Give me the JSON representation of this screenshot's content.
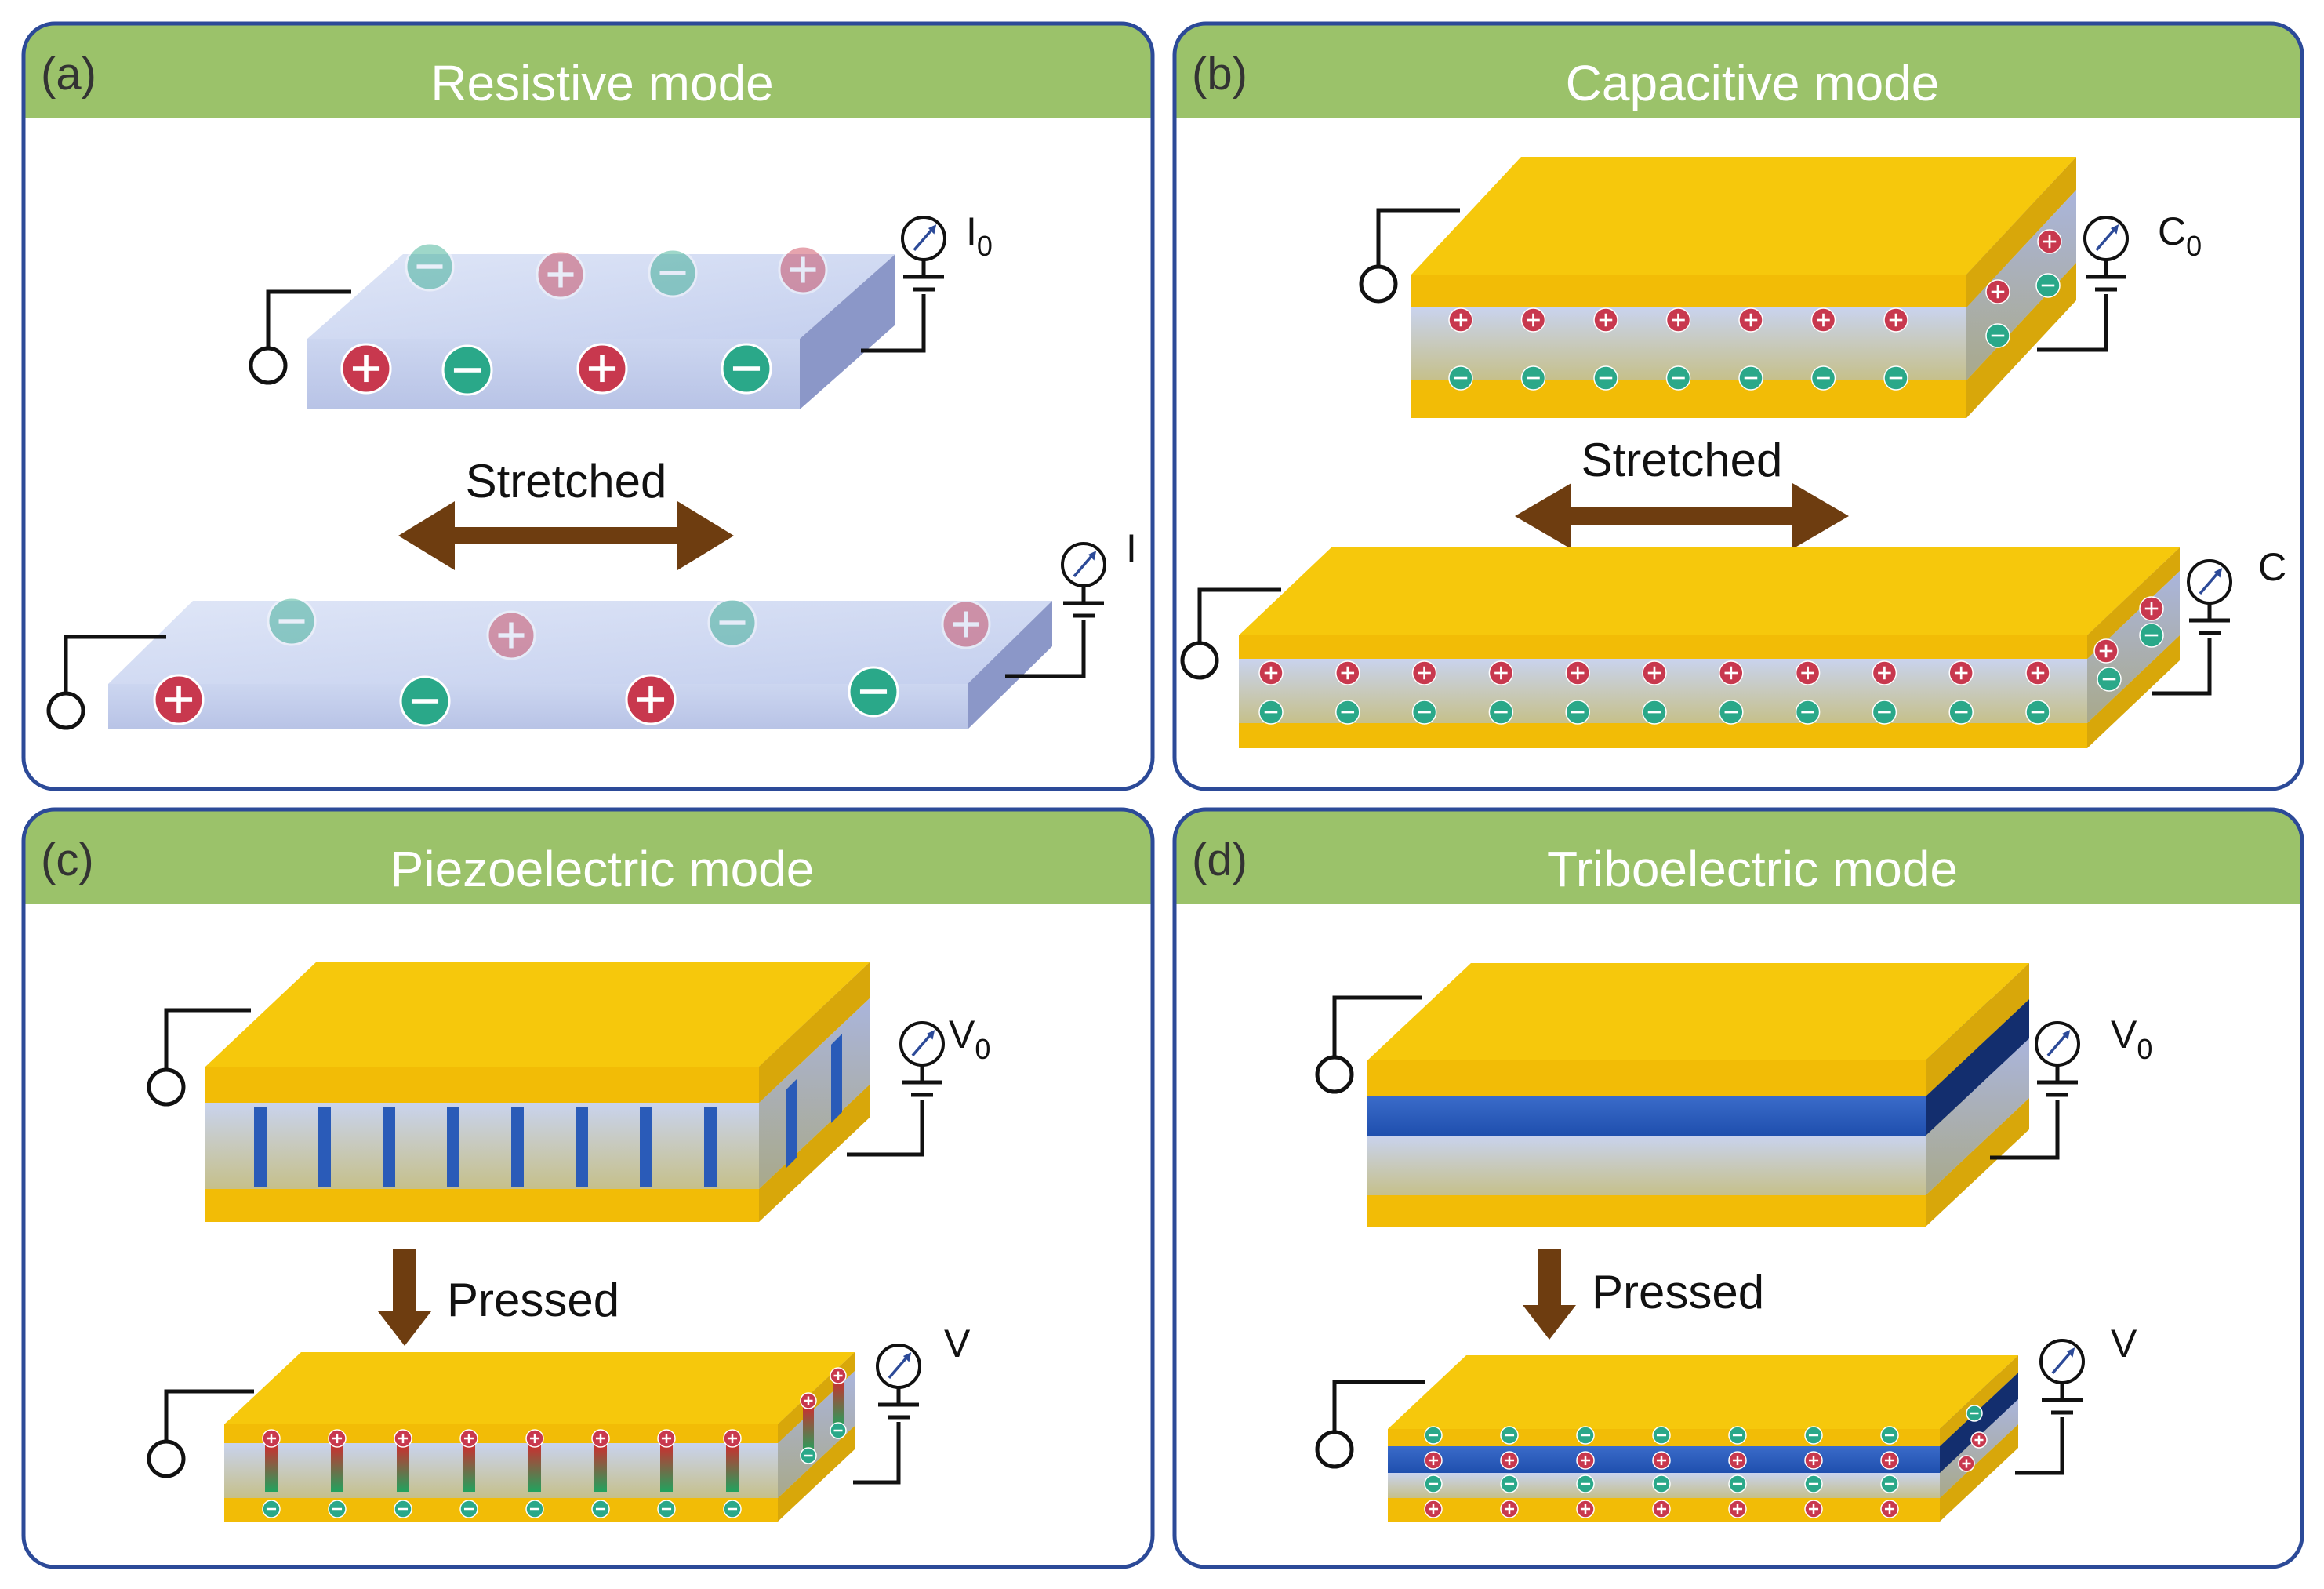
{
  "colors": {
    "panel_border": "#2c4a98",
    "header_fill": "#9bc26a",
    "header_text": "#ffffff",
    "gold": "#f6c80c",
    "gold_front": "#f2bc06",
    "gold_side": "#d8a70a",
    "film": "#c9d4ee",
    "film_side": "#8b97c8",
    "charge_pos": "#c8384e",
    "charge_neg": "#2aa889",
    "arrow": "#6e3d10",
    "dielectric_blue": "#2a5bb8",
    "dielectric_dark": "#132e6e"
  },
  "panels": [
    {
      "id": "a",
      "letter": "(a)",
      "title": "Resistive mode",
      "meter_top": {
        "symbol": "I",
        "subscript": "0"
      },
      "meter_bottom": {
        "symbol": "I",
        "subscript": ""
      },
      "action": "Stretched"
    },
    {
      "id": "b",
      "letter": "(b)",
      "title": "Capacitive mode",
      "meter_top": {
        "symbol": "C",
        "subscript": "0"
      },
      "meter_bottom": {
        "symbol": "C",
        "subscript": ""
      },
      "action": "Stretched"
    },
    {
      "id": "c",
      "letter": "(c)",
      "title": "Piezoelectric mode",
      "meter_top": {
        "symbol": "V",
        "subscript": "0"
      },
      "meter_bottom": {
        "symbol": "V",
        "subscript": ""
      },
      "action": "Pressed"
    },
    {
      "id": "d",
      "letter": "(d)",
      "title": "Triboelectric mode",
      "meter_top": {
        "symbol": "V",
        "subscript": "0"
      },
      "meter_bottom": {
        "symbol": "V",
        "subscript": ""
      },
      "action": "Pressed"
    }
  ],
  "icons": {
    "plus_charge": "plus-charge-icon",
    "minus_charge": "minus-charge-icon",
    "meter": "gauge-meter-icon",
    "terminal": "terminal-circle-icon"
  }
}
